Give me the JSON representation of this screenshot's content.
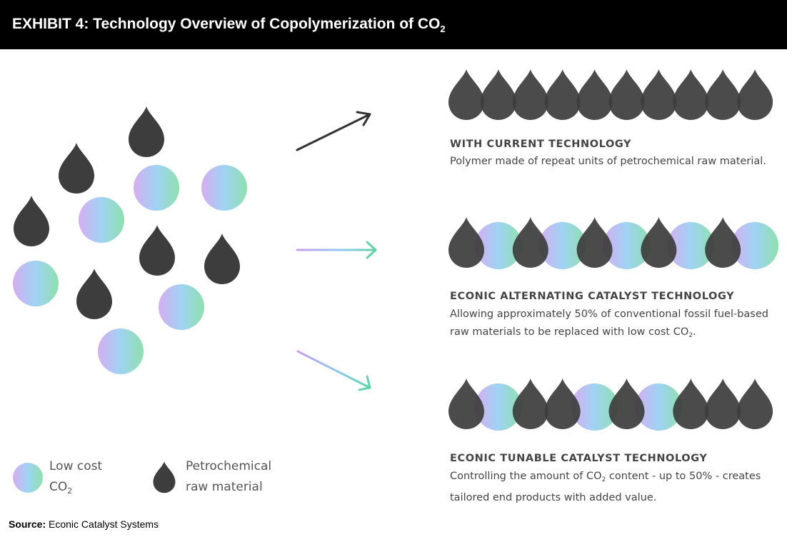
{
  "header": {
    "prefix": "EXHIBIT 4: Technology Overview of Copolymerization of CO",
    "subscript": "2"
  },
  "legend": {
    "co2": {
      "line1": "Low cost",
      "line2": "CO",
      "sub": "2"
    },
    "petro": {
      "line1": "Petrochemical",
      "line2": "raw material"
    }
  },
  "sections": {
    "current": {
      "heading": "WITH CURRENT TECHNOLOGY",
      "line1": "Polymer made of repeat units of petrochemical raw material.",
      "chain": [
        "drop",
        "drop",
        "drop",
        "drop",
        "drop",
        "drop",
        "drop",
        "drop",
        "drop",
        "drop"
      ]
    },
    "alternating": {
      "heading": "ECONIC ALTERNATING CATALYST TECHNOLOGY",
      "line1": "Allowing approximately 50% of conventional fossil fuel-based",
      "line2": "raw materials to be replaced with low cost CO",
      "sub": "2",
      "end": ".",
      "chain": [
        "drop",
        "circle",
        "drop",
        "circle",
        "drop",
        "circle",
        "drop",
        "circle",
        "drop",
        "circle"
      ]
    },
    "tunable": {
      "heading": "ECONIC TUNABLE CATALYST TECHNOLOGY",
      "line1a": "Controlling the amount of CO",
      "sub": "2",
      "line1b": " content - up to 50% - creates",
      "line2": "tailored end products with added value.",
      "chain": [
        "drop",
        "circle",
        "drop",
        "drop",
        "circle",
        "drop",
        "circle",
        "drop",
        "drop",
        "drop"
      ]
    }
  },
  "source": {
    "label": "Source:",
    "text": " Econic Catalyst Systems"
  },
  "colors": {
    "drop": "#3d3d3d",
    "gradient": [
      "#d4aef0",
      "#9ed4f2",
      "#8fdeb0"
    ],
    "header_bg": "#000000"
  },
  "icons": {
    "drop": "petrochemical-drop-icon",
    "circle": "co2-molecule-icon",
    "arrow": "arrow-icon"
  }
}
